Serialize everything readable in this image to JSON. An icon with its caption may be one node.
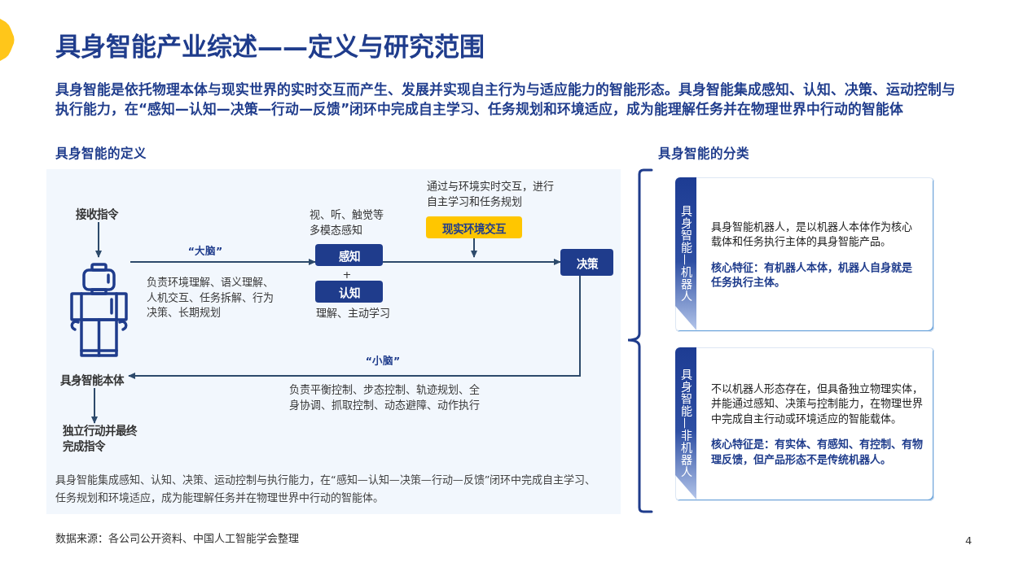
{
  "diagram": {
    "title": "具身智能产业综述——定义与研究范围",
    "nodes": [
      {
        "text": [
          "具身智能集成感知、认知、决策、运动控制与执行能力，在“感知—认知—决策—行动—反馈”闭环中完成自主学习、任务规划和环境适应，成为能理解任务并在物理世界中行动的智能体。"
        ]
      },
      {
        "text": [
          "接收指令"
        ],
        "in": 0
      },
      {
        "text": [],
        "shape": "picture",
        "in": 0
      },
      {
        "text": [
          "感知"
        ],
        "in": 0,
        "beside": [
          "视、听、触觉等多模态感知"
        ]
      },
      {
        "text": [
          "认知"
        ],
        "in": 0,
        "beside": [
          "理解、主动学习"
        ]
      },
      {
        "text": [
          "现实环境交互"
        ],
        "in": 0,
        "beside": [
          "通过与环境实时交互，进行自主学习和任务规划"
        ]
      },
      {
        "text": [
          "决策"
        ],
        "in": 0
      },
      {
        "text": [
          "具身智能本体"
        ],
        "in": 0
      },
      {
        "text": [
          "独立行动并最终完成指令"
        ],
        "in": 0
      },
      {
        "text": [
          "具身智能机器人，是以机器人本体作为核心载体和任务执行主体的具身智能产品。",
          "核心特征：有机器人本体，机器人自身就是任务执行主体。"
        ]
      },
      {
        "text": [
          "具身智能—机器人"
        ],
        "in": 9
      },
      {
        "text": [
          "不以机器人形态存在，但具备独立物理实体，并能通过感知、决策与控制能力，在物理世界中完成自主行动或环境适应的智能载体。",
          "核心特征是：有实体、有感知、有控制、有物理反馈，但产品形态不是传统机器人。"
        ]
      },
      {
        "text": [
          "具身智能—非机器人"
        ],
        "in": 11
      }
    ],
    "edges": [
      {
        "from": 1,
        "to": 2,
        "arrow": "to"
      },
      {
        "from": 2,
        "to": 3,
        "arrow": "to",
        "label": "“大脑”"
      },
      {
        "from": 3,
        "to": 6,
        "arrow": "to"
      },
      {
        "from": 5,
        "to": null,
        "arrow": "to"
      },
      {
        "from": 6,
        "to": 7,
        "arrow": "to",
        "label": "“小脑”"
      },
      {
        "from": 7,
        "to": 8,
        "arrow": "to"
      }
    ],
    "labels": [
      "具身智能是依托物理本体与现实世界的实时交互而产生、发展并实现自主行为与适应能力的智能形态。具身智能集成感知、认知、决策、运动控制与执行能力，在“感知—认知—决策—行动—反馈”闭环中完成自主学习、任务规划和环境适应，成为能理解任务并在物理世界中行动的智能体",
      "具身智能的定义",
      "具身智能的分类",
      "+",
      "负责环境理解、语义理解、人机交互、任务拆解、行为决策、长期规划",
      "负责平衡控制、步态控制、轨迹规划、全身协调、抓取控制、动态避障、动作执行",
      "数据来源：各公司公开资料、中国人工智能学会整理",
      "4"
    ]
  }
}
